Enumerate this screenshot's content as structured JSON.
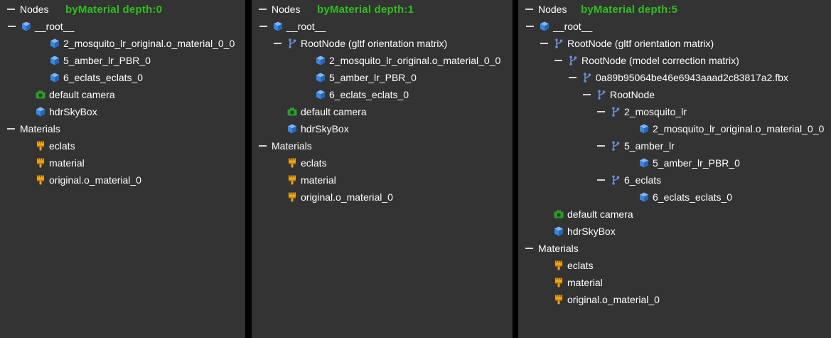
{
  "colors": {
    "panel_bg": "#333333",
    "separator": "#000000",
    "text": "#ffffff",
    "mode_label": "#2fbf1f",
    "mesh_icon": "#3a86e0",
    "camera_icon": "#2e9a2e",
    "material_icon": "#f0a818",
    "node_icon": "#6a8fd8"
  },
  "panels": [
    {
      "mode_label": "byMaterial  depth:0",
      "rows": [
        {
          "type": "group",
          "label": "Nodes",
          "depth": 0
        },
        {
          "type": "mesh",
          "label": "__root__",
          "depth": 1,
          "collapsible": true
        },
        {
          "type": "mesh",
          "label": "2_mosquito_lr_original.o_material_0_0",
          "depth": 3
        },
        {
          "type": "mesh",
          "label": "5_amber_lr_PBR_0",
          "depth": 3
        },
        {
          "type": "mesh",
          "label": "6_eclats_eclats_0",
          "depth": 3
        },
        {
          "type": "camera",
          "label": "default camera",
          "depth": 2
        },
        {
          "type": "mesh",
          "label": "hdrSkyBox",
          "depth": 2
        },
        {
          "type": "group",
          "label": "Materials",
          "depth": 0
        },
        {
          "type": "material",
          "label": "eclats",
          "depth": 2
        },
        {
          "type": "material",
          "label": "material",
          "depth": 2
        },
        {
          "type": "material",
          "label": "original.o_material_0",
          "depth": 2
        }
      ]
    },
    {
      "mode_label": "byMaterial  depth:1",
      "rows": [
        {
          "type": "group",
          "label": "Nodes",
          "depth": 0
        },
        {
          "type": "mesh",
          "label": "__root__",
          "depth": 1,
          "collapsible": true
        },
        {
          "type": "node",
          "label": "RootNode (gltf orientation matrix)",
          "depth": 2,
          "collapsible": true
        },
        {
          "type": "mesh",
          "label": "2_mosquito_lr_original.o_material_0_0",
          "depth": 4
        },
        {
          "type": "mesh",
          "label": "5_amber_lr_PBR_0",
          "depth": 4
        },
        {
          "type": "mesh",
          "label": "6_eclats_eclats_0",
          "depth": 4
        },
        {
          "type": "camera",
          "label": "default camera",
          "depth": 2
        },
        {
          "type": "mesh",
          "label": "hdrSkyBox",
          "depth": 2
        },
        {
          "type": "group",
          "label": "Materials",
          "depth": 0
        },
        {
          "type": "material",
          "label": "eclats",
          "depth": 2
        },
        {
          "type": "material",
          "label": "material",
          "depth": 2
        },
        {
          "type": "material",
          "label": "original.o_material_0",
          "depth": 2
        }
      ]
    },
    {
      "mode_label": "byMaterial  depth:5",
      "rows": [
        {
          "type": "group",
          "label": "Nodes",
          "depth": 0
        },
        {
          "type": "mesh",
          "label": "__root__",
          "depth": 1,
          "collapsible": true
        },
        {
          "type": "node",
          "label": "RootNode (gltf orientation matrix)",
          "depth": 2,
          "collapsible": true
        },
        {
          "type": "node",
          "label": "RootNode (model correction matrix)",
          "depth": 3,
          "collapsible": true
        },
        {
          "type": "node",
          "label": "0a89b95064be46e6943aaad2c83817a2.fbx",
          "depth": 4,
          "collapsible": true
        },
        {
          "type": "node",
          "label": "RootNode",
          "depth": 5,
          "collapsible": true
        },
        {
          "type": "node",
          "label": "2_mosquito_lr",
          "depth": 6,
          "collapsible": true
        },
        {
          "type": "mesh",
          "label": "2_mosquito_lr_original.o_material_0_0",
          "depth": 8
        },
        {
          "type": "node",
          "label": "5_amber_lr",
          "depth": 6,
          "collapsible": true
        },
        {
          "type": "mesh",
          "label": "5_amber_lr_PBR_0",
          "depth": 8
        },
        {
          "type": "node",
          "label": "6_eclats",
          "depth": 6,
          "collapsible": true
        },
        {
          "type": "mesh",
          "label": "6_eclats_eclats_0",
          "depth": 8
        },
        {
          "type": "camera",
          "label": "default camera",
          "depth": 2
        },
        {
          "type": "mesh",
          "label": "hdrSkyBox",
          "depth": 2
        },
        {
          "type": "group",
          "label": "Materials",
          "depth": 0
        },
        {
          "type": "material",
          "label": "eclats",
          "depth": 2
        },
        {
          "type": "material",
          "label": "material",
          "depth": 2
        },
        {
          "type": "material",
          "label": "original.o_material_0",
          "depth": 2
        }
      ]
    }
  ]
}
